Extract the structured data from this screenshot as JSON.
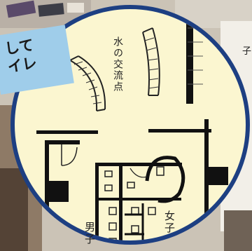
{
  "caption": {
    "line1": "して",
    "line2": "イレ"
  },
  "plan": {
    "water_label": "水の交流点",
    "women_label": "女子",
    "men_label": "男子"
  },
  "right_label": "子"
}
